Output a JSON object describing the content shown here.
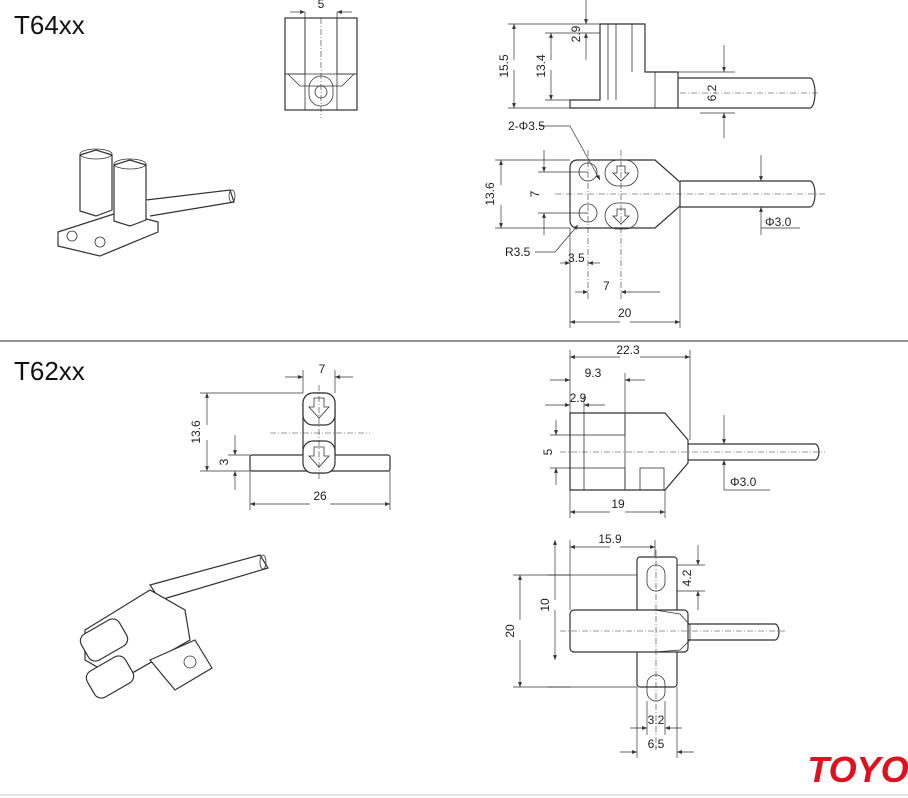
{
  "sections": [
    {
      "model": "T64xx",
      "dims": [
        "5",
        "2.9",
        "15.5",
        "13.4",
        "6.2",
        "2-Φ3.5",
        "13.6",
        "7",
        "R3.5",
        "3.5",
        "7",
        "20",
        "Φ3.0"
      ]
    },
    {
      "model": "T62xx",
      "dims": [
        "7",
        "13.6",
        "3",
        "26",
        "22.3",
        "9.3",
        "2.9",
        "5",
        "19",
        "Φ3.0",
        "15.9",
        "4.2",
        "20",
        "10",
        "3.2",
        "6.5"
      ]
    }
  ],
  "brand": {
    "logo_text": "TOYO",
    "color": "#e0101e"
  },
  "colors": {
    "line": "#333333",
    "divider": "#555555",
    "background": "#ffffff"
  }
}
